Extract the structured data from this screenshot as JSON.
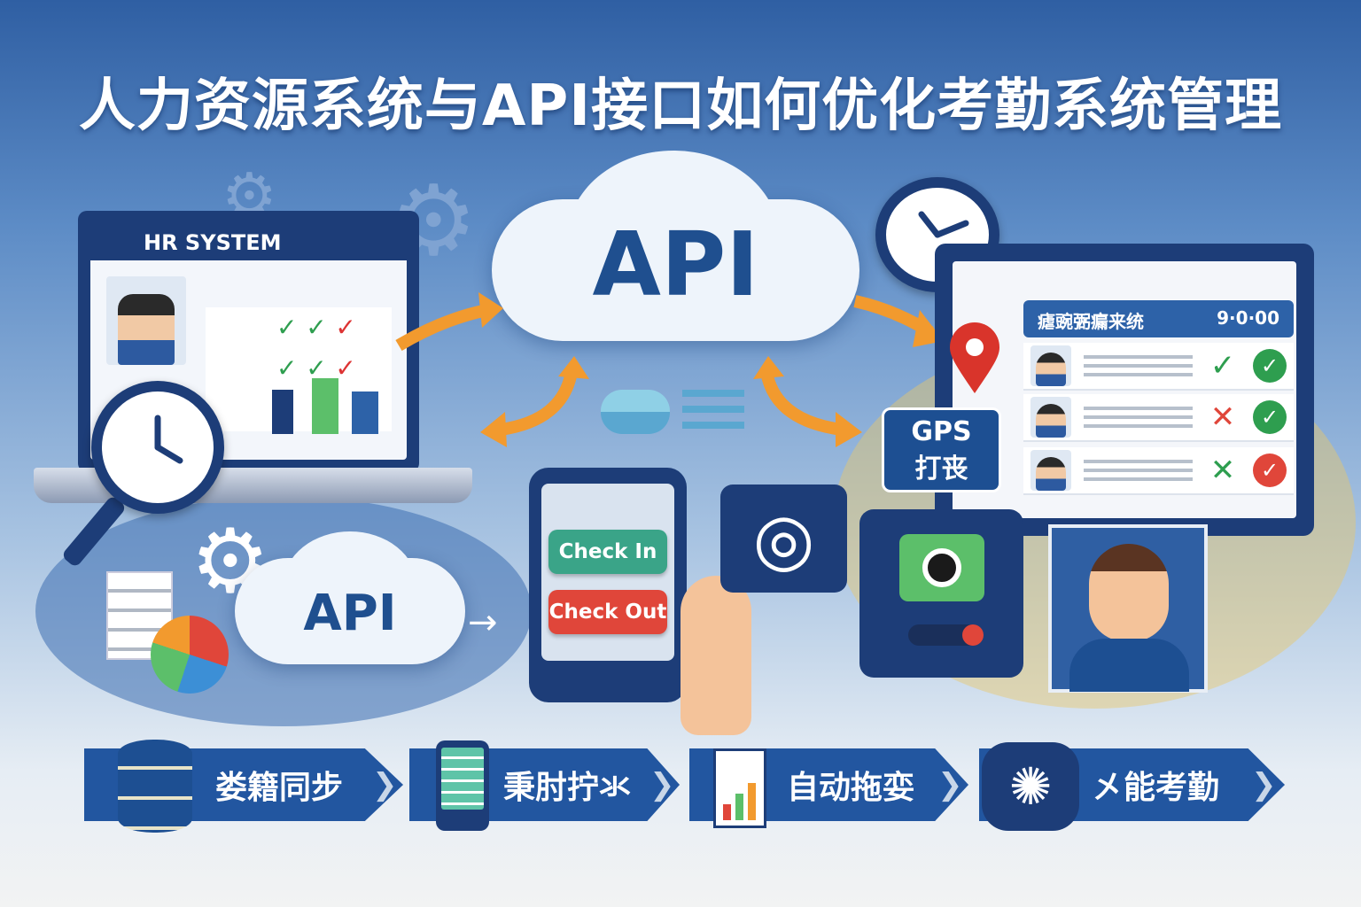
{
  "title": "人力资源系统与API接口如何优化考勤系统管理",
  "hr_system": {
    "label": "HR SYSTEM"
  },
  "cloud_main": {
    "label": "API"
  },
  "cloud_small": {
    "label": "API"
  },
  "attendance_panel": {
    "header": "瘧豌弻瘺来统",
    "time": "9·0·00",
    "rows": [
      {
        "mark": "✓",
        "status": "✓",
        "status_color": "#2e9e4f"
      },
      {
        "mark": "✕",
        "status": "✓",
        "status_color": "#2e9e4f"
      },
      {
        "mark": "✕",
        "status": "✓",
        "status_color": "#e0463a"
      }
    ]
  },
  "gps_badge": {
    "line1": "GPS",
    "line2": "打丧"
  },
  "phone": {
    "check_in": "Check In",
    "check_out": "Check Out"
  },
  "features": [
    {
      "label": "娄籍同步",
      "icon": "database-icon"
    },
    {
      "label": "秉肘拧氺",
      "icon": "mobile-icon"
    },
    {
      "label": "自动拖娈",
      "icon": "report-icon"
    },
    {
      "label": "㐅能考勤",
      "icon": "brain-icon"
    }
  ],
  "colors": {
    "primary": "#1d3d78",
    "accent_orange": "#f29a2e",
    "check_in": "#3aa488",
    "check_out": "#e0463a"
  }
}
